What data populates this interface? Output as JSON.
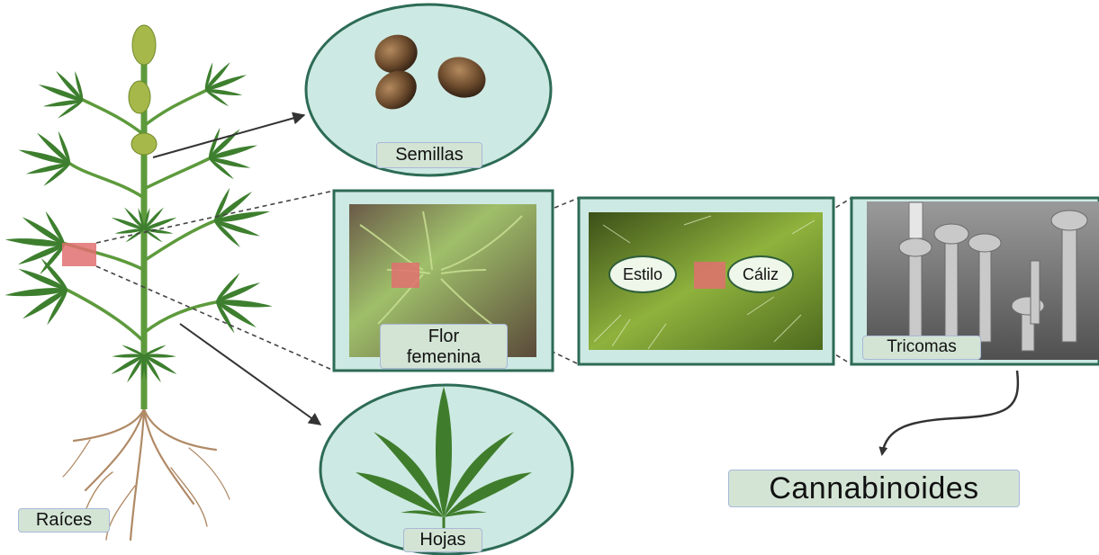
{
  "labels": {
    "seeds": "Semillas",
    "female_flower": "Flor femenina",
    "style": "Estilo",
    "calyx": "Cáliz",
    "trichomes": "Tricomas",
    "cannabinoids": "Cannabinoides",
    "leaves": "Hojas",
    "roots": "Raíces"
  },
  "colors": {
    "panel_fill": "#cde9e3",
    "panel_border": "#2d6b55",
    "label_fill": "#d3e4d5",
    "leaf_green": "#3d7f2e",
    "stem_green": "#5d9a3c",
    "highlight_red": "#e07070",
    "arrow": "#333333"
  }
}
